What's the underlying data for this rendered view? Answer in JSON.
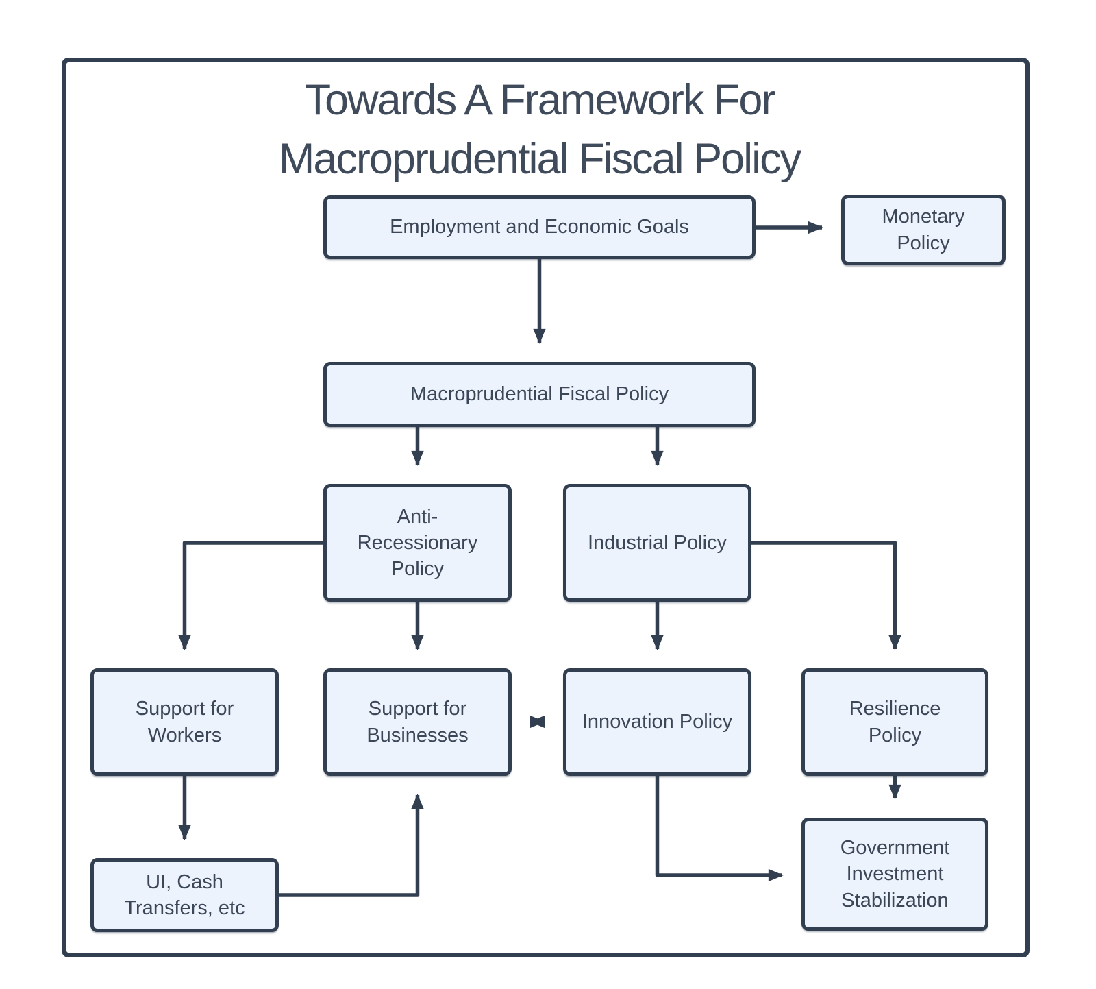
{
  "title": {
    "line1": "Towards A Framework For",
    "line2": "Macroprudential Fiscal Policy"
  },
  "nodes": {
    "employment": {
      "label": "Employment and Economic Goals"
    },
    "monetary": {
      "label": "Monetary\nPolicy"
    },
    "macro": {
      "label": "Macroprudential Fiscal Policy"
    },
    "antirec": {
      "label": "Anti-\nRecessionary\nPolicy"
    },
    "industrial": {
      "label": "Industrial Policy"
    },
    "workers": {
      "label": "Support for\nWorkers"
    },
    "businesses": {
      "label": "Support for\nBusinesses"
    },
    "innovation": {
      "label": "Innovation Policy"
    },
    "resilience": {
      "label": "Resilience\nPolicy"
    },
    "ui": {
      "label": "UI, Cash\nTransfers, etc"
    },
    "gov": {
      "label": "Government\nInvestment\nStabilization"
    }
  },
  "edges": [
    {
      "from": "Employment and Economic Goals",
      "to": "Monetary Policy",
      "direction": "one-way"
    },
    {
      "from": "Employment and Economic Goals",
      "to": "Macroprudential Fiscal Policy",
      "direction": "one-way"
    },
    {
      "from": "Macroprudential Fiscal Policy",
      "to": "Anti-Recessionary Policy",
      "direction": "one-way"
    },
    {
      "from": "Macroprudential Fiscal Policy",
      "to": "Industrial Policy",
      "direction": "one-way"
    },
    {
      "from": "Anti-Recessionary Policy",
      "to": "Support for Workers",
      "direction": "one-way"
    },
    {
      "from": "Anti-Recessionary Policy",
      "to": "Support for Businesses",
      "direction": "one-way"
    },
    {
      "from": "Industrial Policy",
      "to": "Innovation Policy",
      "direction": "one-way"
    },
    {
      "from": "Industrial Policy",
      "to": "Resilience Policy",
      "direction": "one-way"
    },
    {
      "from": "Support for Businesses",
      "to": "Innovation Policy",
      "direction": "two-way"
    },
    {
      "from": "Support for Workers",
      "to": "UI, Cash Transfers, etc",
      "direction": "one-way"
    },
    {
      "from": "UI, Cash Transfers, etc",
      "to": "Support for Businesses",
      "direction": "one-way"
    },
    {
      "from": "Innovation Policy",
      "to": "Government Investment Stabilization",
      "direction": "one-way"
    },
    {
      "from": "Resilience Policy",
      "to": "Government Investment Stabilization",
      "direction": "one-way"
    }
  ],
  "colors": {
    "line": "#323f50",
    "node_fill": "#edf3fd",
    "node_border": "#323f50",
    "text": "#3b4657",
    "title_text": "#3f4a5a",
    "background": "#ffffff"
  }
}
